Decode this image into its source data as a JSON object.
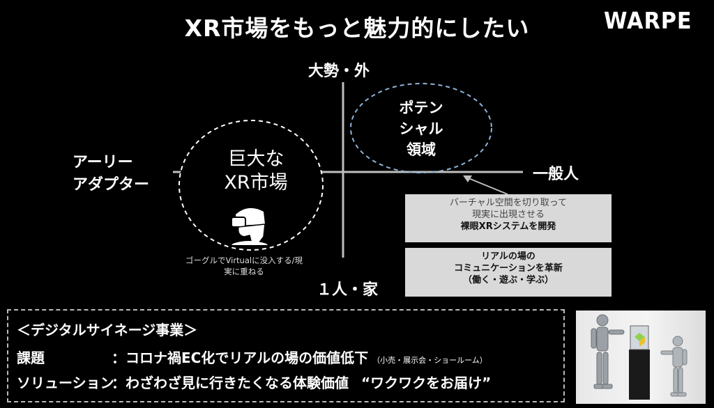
{
  "title": "XR市場をもっと魅力的にしたい",
  "logo": "WARPE",
  "axes": {
    "top": "大勢・外",
    "bottom": "１人・家",
    "left_line1": "アーリー",
    "left_line2": "アダプター",
    "right": "一般人"
  },
  "bubbles": {
    "big_market_line1": "巨大な",
    "big_market_line2": "XR市場",
    "potential_line1": "ポテン",
    "potential_line2": "シャル",
    "potential_line3": "領域"
  },
  "goggle_caption_line1": "ゴーグルでVirtualに没入する/現",
  "goggle_caption_line2": "実に重ねる",
  "box1": {
    "line1": "バーチャル空間を切り取って",
    "line2": "現実に出現させる",
    "line3": "裸眼XRシステムを開発"
  },
  "box2": {
    "line1": "リアルの場の",
    "line2": "コミュニケーションを革新",
    "line3": "（働く・遊ぶ・学ぶ）"
  },
  "bottom": {
    "heading": "＜デジタルサイネージ事業＞",
    "issue_label": "課題",
    "issue_text": "：コロナ禍EC化でリアルの場の価値低下",
    "issue_note": "（小売・展示会・ショールーム）",
    "solution_label": "ソリューション",
    "solution_text": "：わざわざ見に行きたくなる体験価値",
    "solution_quote": "“ワクワクをお届け”"
  },
  "colors": {
    "background": "#000000",
    "axis": "#bfbfbf",
    "potential_border": "#8fb3d9",
    "box_fill": "#d9d9d9"
  }
}
